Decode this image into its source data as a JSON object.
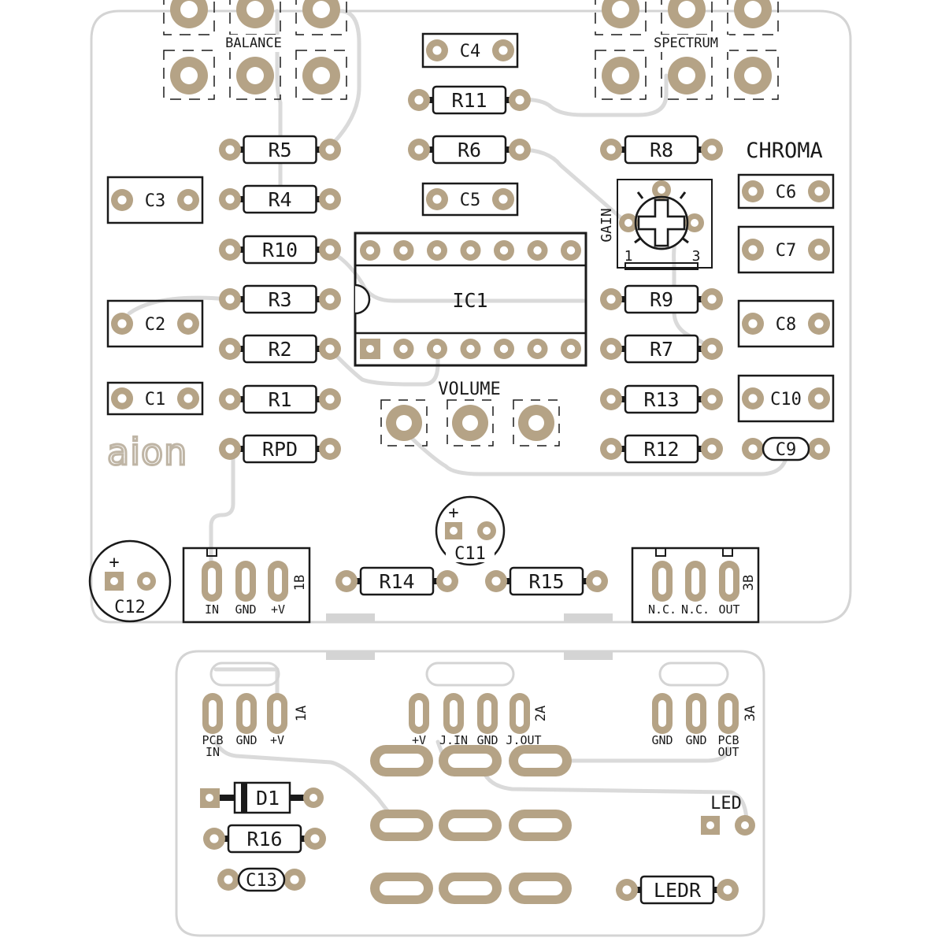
{
  "colors": {
    "board": "#ffffff",
    "outline": "#d4d4d4",
    "trace": "#dadada",
    "pad": "#b5a386",
    "pad_hole": "#ffffff",
    "silk": "#1a1a1a",
    "logo": "#bfb5a5"
  },
  "logo": {
    "text": "aion"
  },
  "labels": {
    "balance": "BALANCE",
    "spectrum": "SPECTRUM",
    "chroma": "CHROMA",
    "gain": "GAIN",
    "gain_pin1": "1",
    "gain_pin3": "3",
    "volume": "VOLUME",
    "led": "LED",
    "ic1": "IC1",
    "plus_c11": "+",
    "plus_c12": "+"
  },
  "resistors": {
    "r1": "R1",
    "r2": "R2",
    "r3": "R3",
    "r4": "R4",
    "r5": "R5",
    "r6": "R6",
    "r7": "R7",
    "r8": "R8",
    "r9": "R9",
    "r10": "R10",
    "r11": "R11",
    "r12": "R12",
    "r13": "R13",
    "r14": "R14",
    "r15": "R15",
    "r16": "R16",
    "rpd": "RPD",
    "ledr": "LEDR"
  },
  "capacitors": {
    "c1": "C1",
    "c2": "C2",
    "c3": "C3",
    "c4": "C4",
    "c5": "C5",
    "c6": "C6",
    "c7": "C7",
    "c8": "C8",
    "c9": "C9",
    "c10": "C10",
    "c11": "C11",
    "c12": "C12",
    "c13": "C13"
  },
  "diode": {
    "d1": "D1"
  },
  "headers": {
    "h1b": {
      "name": "1B",
      "pins": [
        "IN",
        "GND",
        "+V"
      ]
    },
    "h3b": {
      "name": "3B",
      "pins": [
        "N.C.",
        "N.C.",
        "OUT"
      ]
    },
    "h1a": {
      "name": "1A",
      "pins": [
        "PCB IN",
        "GND",
        "+V"
      ],
      "pin1_line1": "PCB",
      "pin1_line2": "IN"
    },
    "h2a": {
      "name": "2A",
      "pins": [
        "+V",
        "J.IN",
        "GND",
        "J.OUT"
      ]
    },
    "h3a": {
      "name": "3A",
      "pins": [
        "GND",
        "GND",
        "PCB OUT"
      ],
      "pin3_line1": "PCB",
      "pin3_line2": "OUT"
    }
  }
}
